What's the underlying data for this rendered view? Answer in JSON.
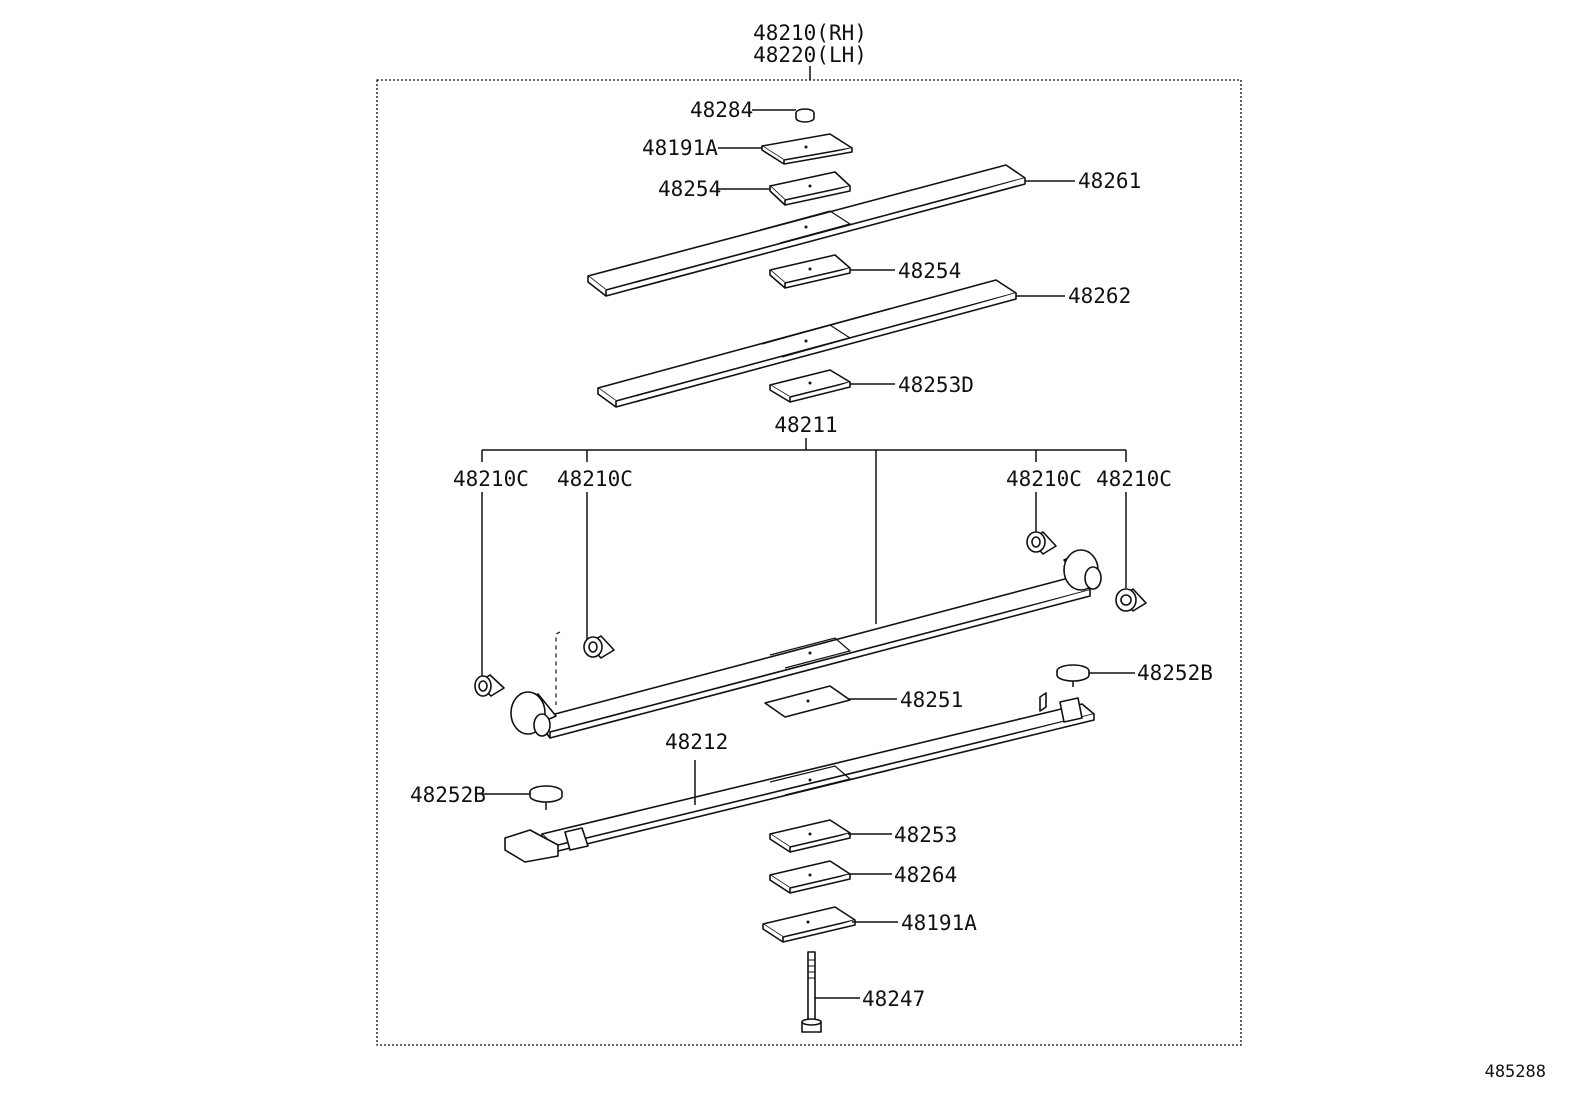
{
  "assembly": {
    "rh": "48210(RH)",
    "lh": "48220(LH)"
  },
  "diagram_id": "485288",
  "parts": {
    "p48284": "48284",
    "p48191A_top": "48191A",
    "p48254_top": "48254",
    "p48261": "48261",
    "p48254_mid": "48254",
    "p48262": "48262",
    "p48253D": "48253D",
    "p48211": "48211",
    "p48210C_1": "48210C",
    "p48210C_2": "48210C",
    "p48210C_3": "48210C",
    "p48210C_4": "48210C",
    "p48252B_right": "48252B",
    "p48251": "48251",
    "p48212": "48212",
    "p48252B_left": "48252B",
    "p48253": "48253",
    "p48264": "48264",
    "p48191A_bottom": "48191A",
    "p48247": "48247"
  }
}
